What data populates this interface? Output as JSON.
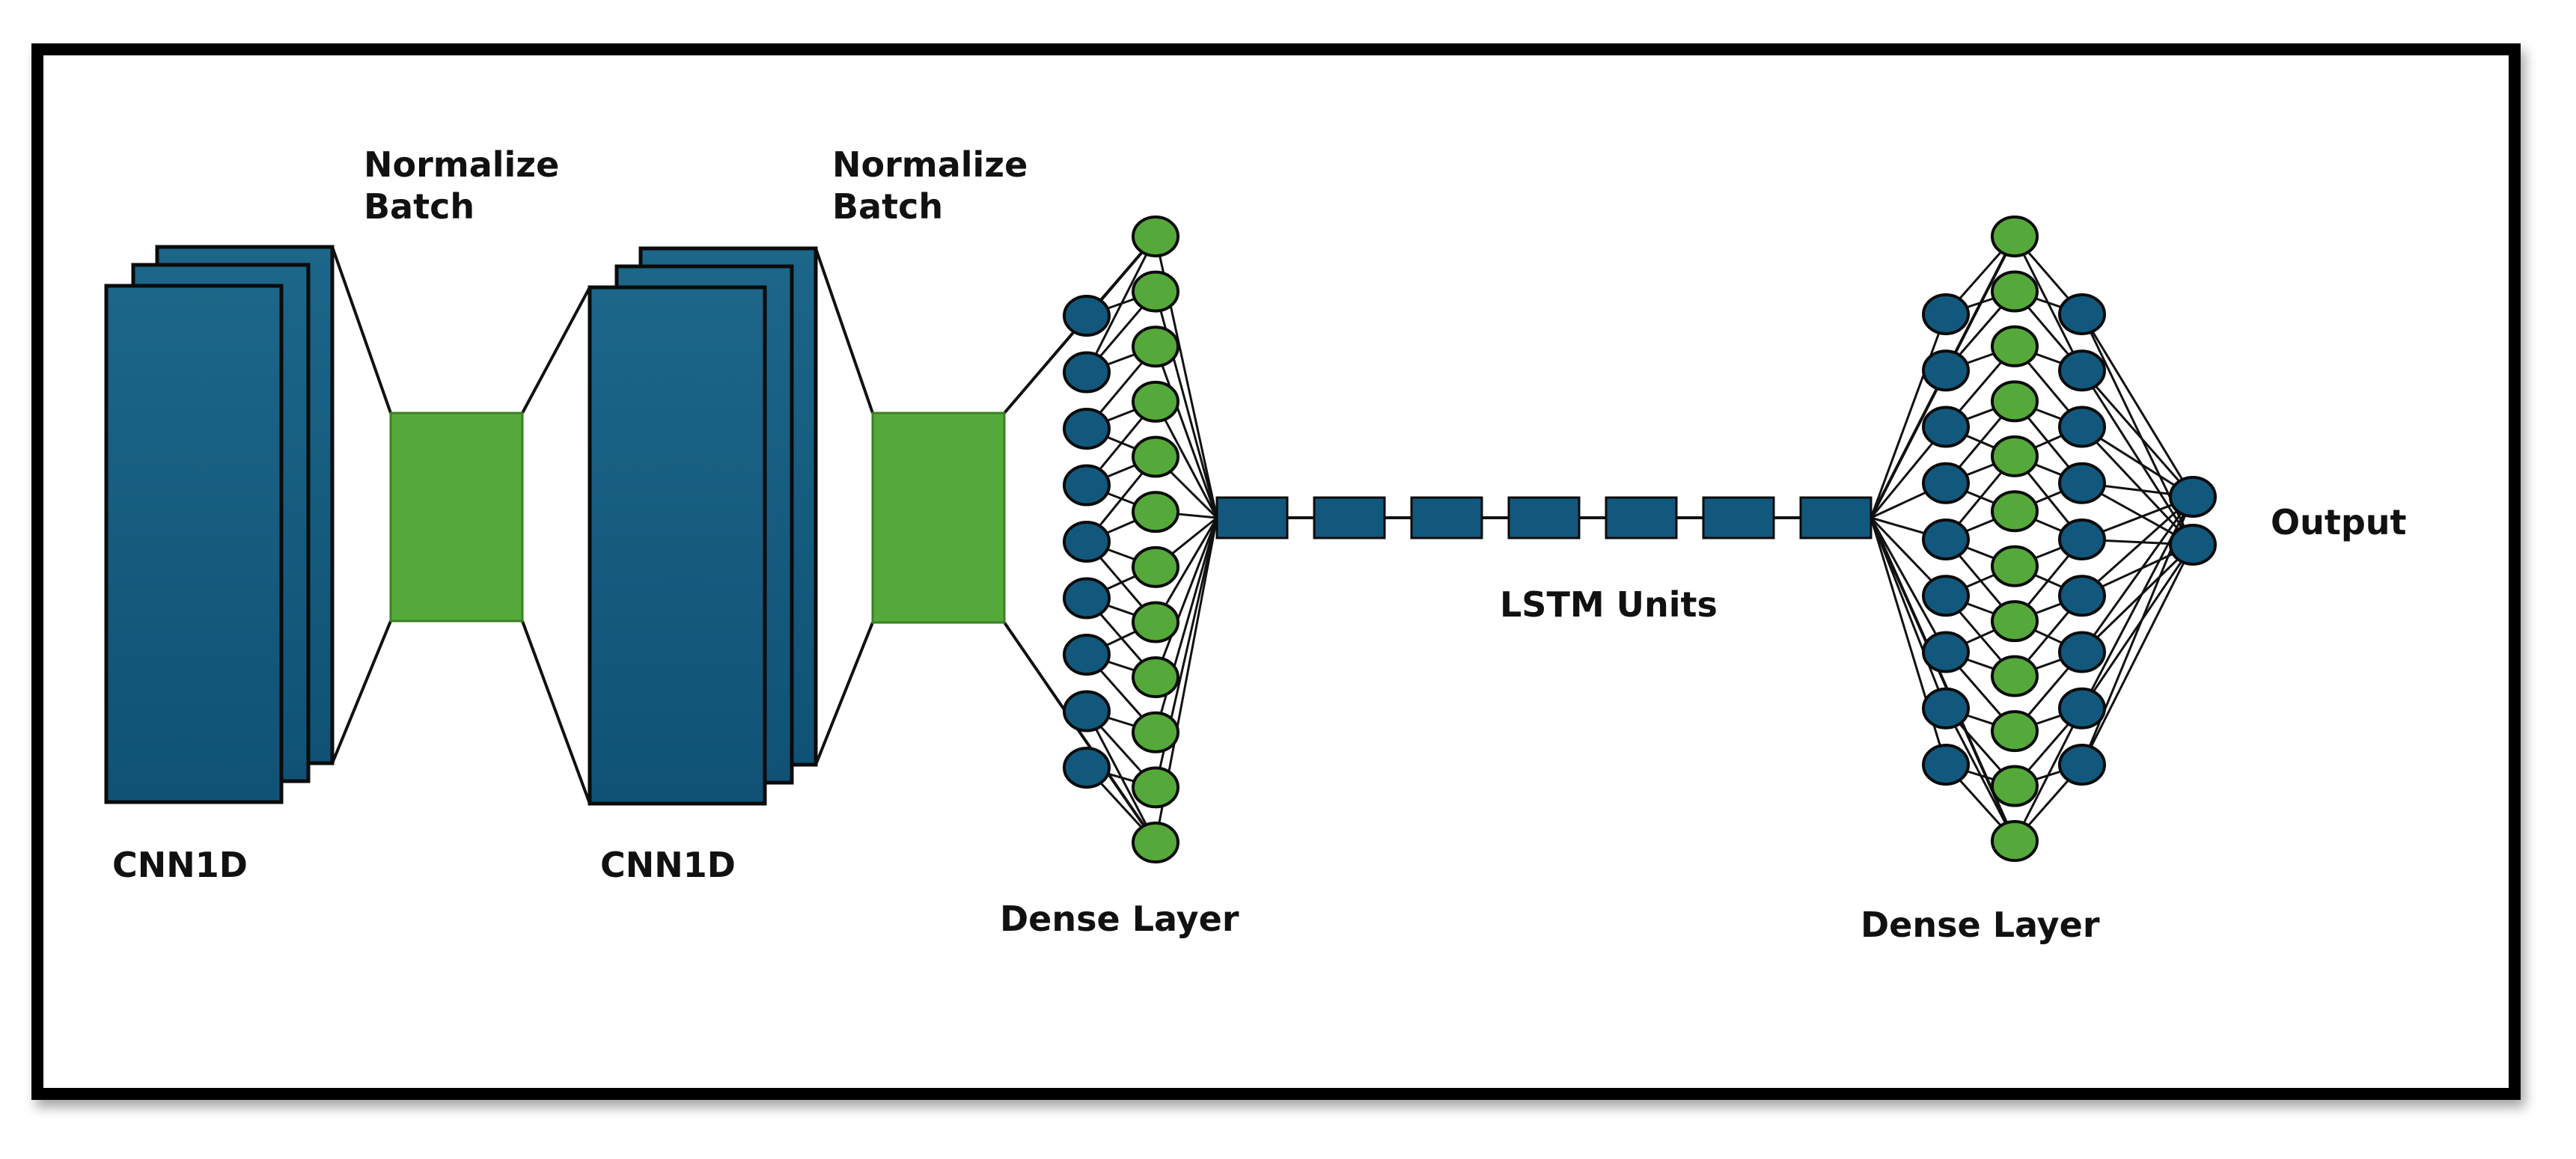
{
  "labels": {
    "cnn1": "CNN1D",
    "cnn2": "CNN1D",
    "norm1": [
      "Normalize",
      "Batch"
    ],
    "norm2": [
      "Normalize",
      "Batch"
    ],
    "dense1": "Dense Layer",
    "lstm": "LSTM Units",
    "dense2": "Dense Layer",
    "output": "Output"
  },
  "colors": {
    "blue": "#12587d",
    "blue_light": "#1c6689",
    "green": "#55a93a",
    "green_dark": "#3c7f25",
    "line": "#111111"
  },
  "structure": {
    "lstm_unit_count": 7,
    "dense1_blue_nodes": 9,
    "dense1_green_nodes": 12,
    "dense2_left_nodes": 9,
    "dense2_green_nodes": 12,
    "dense2_right_nodes": 9,
    "output_nodes": 2
  }
}
